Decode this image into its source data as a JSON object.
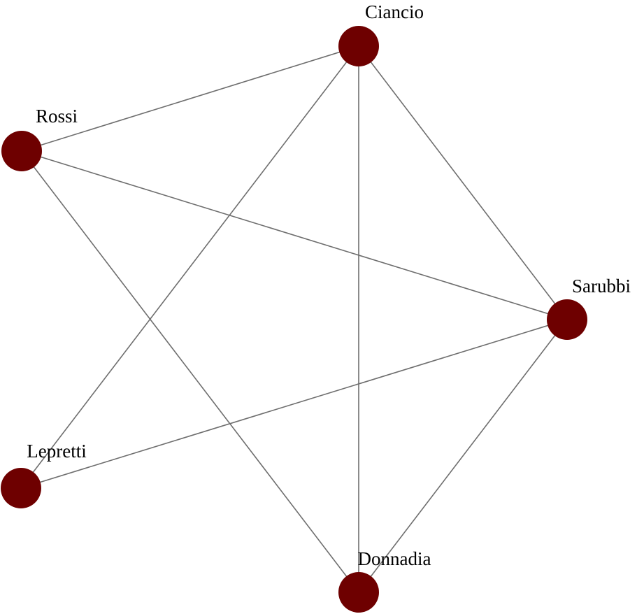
{
  "colors": {
    "node_fill": "#6e0000",
    "edge_stroke": "#6e6e6e",
    "label": "#000000",
    "background": "#ffffff"
  },
  "nodes": [
    {
      "id": "ciancio",
      "label": "Ciancio"
    },
    {
      "id": "rossi",
      "label": "Rossi"
    },
    {
      "id": "sarubbi",
      "label": "Sarubbi"
    },
    {
      "id": "lepretti",
      "label": "Lepretti"
    },
    {
      "id": "donnadia",
      "label": "Donnadia"
    }
  ],
  "edges": [
    {
      "source": "rossi",
      "target": "ciancio"
    },
    {
      "source": "rossi",
      "target": "sarubbi"
    },
    {
      "source": "rossi",
      "target": "donnadia"
    },
    {
      "source": "ciancio",
      "target": "lepretti"
    },
    {
      "source": "ciancio",
      "target": "donnadia"
    },
    {
      "source": "ciancio",
      "target": "sarubbi"
    },
    {
      "source": "sarubbi",
      "target": "lepretti"
    },
    {
      "source": "sarubbi",
      "target": "donnadia"
    }
  ]
}
